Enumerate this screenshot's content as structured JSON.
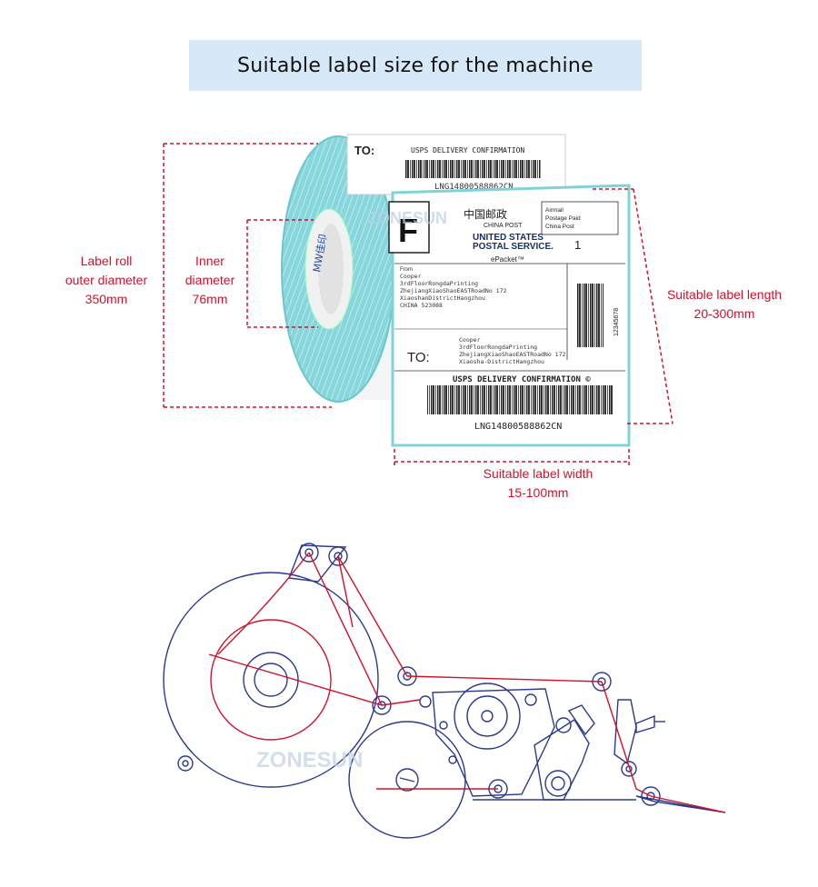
{
  "title": "Suitable label size for the machine",
  "dimensions": {
    "outer": {
      "line1": "Label roll",
      "line2": "outer diameter",
      "line3": "350mm"
    },
    "inner": {
      "line1": "Inner",
      "line2": "diameter",
      "line3": "76mm"
    },
    "length": {
      "line1": "Suitable label length",
      "line2": "20-300mm"
    },
    "width": {
      "line1": "Suitable label width",
      "line2": "15-100mm"
    }
  },
  "label_print": {
    "to_top": "TO:",
    "usps_top": "USPS DELIVERY CONFIRMATION",
    "tracking_top": "LNG14800588862CN",
    "f_mark": "F",
    "china_post": "中国邮政",
    "china_post_en": "CHINA POST",
    "airmail_1": "Airmail",
    "airmail_2": "Postage Paid",
    "airmail_3": "China Post",
    "usps_1": "UNITED STATES",
    "usps_2": "POSTAL SERVICE.",
    "epacket": "ePacket™",
    "count": "1",
    "from": "From",
    "sender_1": "Cooper",
    "sender_2": "3rdFloorRongdaPrinting",
    "sender_3": "ZhejiangXiaoShaoEASTRoadNo 172",
    "sender_4": "XiaoshanDistrictHangzhou",
    "sender_5": "CHINA 523088",
    "side_num": "12345678",
    "to": "TO:",
    "recv_1": "Cooper",
    "recv_2": "3rdFloorRongdaPrinting",
    "recv_3": "ZhejiangXiaoShaoEASTRoadNo 172",
    "recv_4": "Xiaosha-DistrictHangzhou",
    "usps_bottom": "USPS DELIVERY CONFIRMATION ©",
    "tracking_bottom": "LNG14800588862CN",
    "core_brand": "MW佳印"
  },
  "watermarks": {
    "photo": "ZONESUN",
    "drawing": "ZONESUN"
  },
  "colors": {
    "accent_red": "#d2102a",
    "title_bg": "#d7e9f9",
    "roll_cyan": "#7fd3d8"
  }
}
